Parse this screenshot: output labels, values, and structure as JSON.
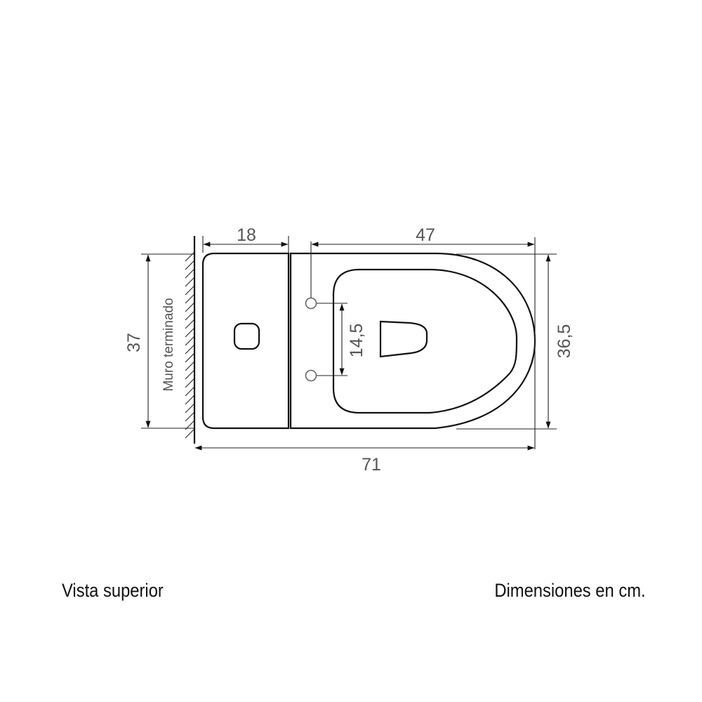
{
  "labels": {
    "dim_tank_depth": "18",
    "dim_bowl_length": "47",
    "dim_total_length": "71",
    "dim_overall_width": "37",
    "dim_bowl_width": "36,5",
    "dim_bolt_spacing": "14,5",
    "wall_label": "Muro terminado"
  },
  "captions": {
    "view": "Vista superior",
    "units": "Dimensiones en cm."
  },
  "colors": {
    "outline": "#111111",
    "dimension_text": "#555555",
    "background": "#ffffff"
  }
}
